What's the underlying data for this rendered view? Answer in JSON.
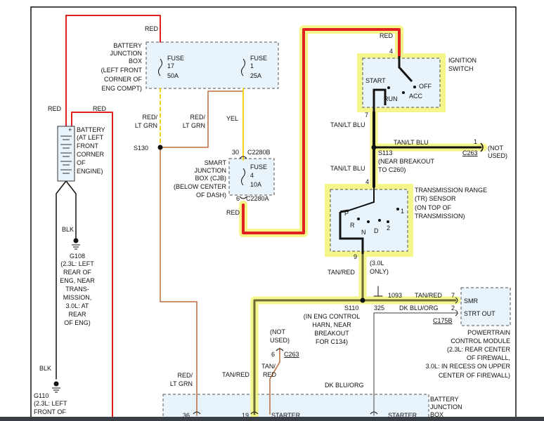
{
  "labels": {
    "red_top": "RED",
    "bjb_title": [
      "BATTERY",
      "JUNCTION",
      "BOX",
      "(LEFT FRONT",
      "CORNER OF",
      "ENG COMPT)"
    ],
    "fuse17": [
      "FUSE",
      "17",
      "50A"
    ],
    "fuse1": [
      "FUSE",
      "1",
      "25A"
    ],
    "red_right_top": "RED",
    "ign_pin4": "4",
    "ign_title": [
      "IGNITION",
      "SWITCH"
    ],
    "ign_start": "START",
    "ign_off": "OFF",
    "ign_run": "RUN",
    "ign_acc": "ACC",
    "ign_pin7": "7",
    "red_left1": "RED",
    "red_left2": "RED",
    "battery": [
      "BATTERY",
      "(AT LEFT",
      "FRONT",
      "CORNER",
      "OF",
      "ENGINE)"
    ],
    "red_ltgrn_1": [
      "RED/",
      "LT GRN"
    ],
    "red_ltgrn_2": [
      "RED/",
      "LT GRN"
    ],
    "yel": "YEL",
    "tan_ltblu_1": "TAN/LT BLU",
    "tan_ltblu_2": "TAN/LT BLU",
    "c263_pin1": "1",
    "not_used_1": [
      "(NOT",
      "USED)"
    ],
    "c263_1": "C263",
    "s130": "S130",
    "c2280b_pin": "30",
    "c2280b": "C2280B",
    "cjb": [
      "SMART",
      "JUNCTION",
      "BOX (CJB)",
      "(BELOW CENTER",
      "OF DASH)"
    ],
    "fuse4": [
      "FUSE",
      "4",
      "10A"
    ],
    "c2280a_pin": "6",
    "c2280a": "C2280A",
    "s113": "S113",
    "s113_note": [
      "(NEAR BREAKOUT",
      "TO C260)"
    ],
    "tan_ltblu_3": "TAN/LT BLU",
    "tr_pin4": "4",
    "tr_title": [
      "TRANSMISSION RANGE",
      "(TR) SENSOR",
      "(ON TOP OF",
      "TRANSMISSION)"
    ],
    "tr_p": "P",
    "tr_r": "R",
    "tr_n": "N",
    "tr_d": "D",
    "tr_2": "2",
    "tr_1": "1",
    "red_mid": "RED",
    "blk_1": "BLK",
    "g108": [
      "G108",
      "(2.3L: LEFT",
      "REAR OF",
      "ENG, NEAR",
      "TRANS-",
      "MISSION,",
      "3.0L: AT",
      "REAR",
      "OF ENG)"
    ],
    "tr_pin9": "9",
    "tan_red_1": "TAN/RED",
    "three_only": [
      "(3.0L",
      "ONLY)"
    ],
    "n1093": "1093",
    "tan_red_2": "TAN/RED",
    "pcm_pin7": "7",
    "smr": "SMR",
    "s110": "S110",
    "n325": "325",
    "dkblu_org_1": "DK BLU/ORG",
    "pcm_pin2": "2",
    "strt_out": "STRT OUT",
    "s110_note": [
      "(IN ENG CONTROL",
      "HARN, NEAR",
      "BREAKOUT",
      "FOR C134)"
    ],
    "c175b": "C175B",
    "pcm": [
      "POWERTRAIN",
      "CONTROL MODULE",
      "(2.3L: REAR CENTER",
      "OF FIREWALL,",
      "3.0L: IN RECESS ON UPPER",
      "CENTER OF FIREWALL)"
    ],
    "not_used_2": [
      "(NOT",
      "USED)"
    ],
    "c263_pin6": "6",
    "c263_2": "C263",
    "blk_2": "BLK",
    "tan_red_3": "TAN/RED",
    "tan_red_4": [
      "TAN/",
      "RED"
    ],
    "red_ltgrn_3": [
      "RED/",
      "LT GRN"
    ],
    "dkblu_org_2": "DK BLU/ORG",
    "g110": [
      "G110",
      "(2.3L: LEFT",
      "FRONT OF"
    ],
    "bjb_bottom": [
      "BATTERY",
      "JUNCTION",
      "BOX"
    ],
    "starter_1": "STARTER",
    "starter_2": "STARTER",
    "pin_36": "36",
    "pin_19": "19"
  },
  "colors": {
    "red_wire": "#e0201e",
    "highlight": "#f4f58a",
    "highlight_dark": "#d8d20e",
    "brown_wire": "#b86a3a",
    "yellow_wire": "#f2d21c",
    "gray_wire": "#7d7d7d",
    "black_wire": "#111111",
    "box_fill": "#e9f3fb"
  }
}
